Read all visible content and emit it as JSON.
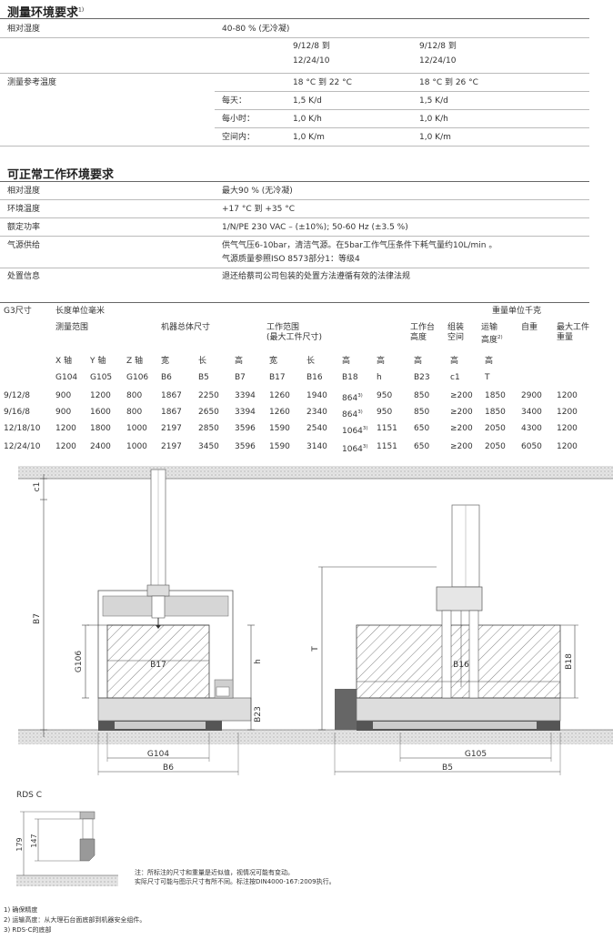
{
  "section1": {
    "title": "测量环境要求",
    "title_sup": "1)",
    "rows": {
      "humidity_label": "相对湿度",
      "humidity_value": "40-80 % (无冷凝)",
      "col1_date_a": "9/12/8 到",
      "col1_date_b": "12/24/10",
      "col2_date_a": "9/12/8 到",
      "col2_date_b": "12/24/10",
      "ref_temp_label": "测量参考温度",
      "ref_temp_col1": "18 °C 到 22 °C",
      "ref_temp_col2": "18 °C 到 26 °C",
      "per_day_label": "每天：",
      "per_day_col1": "1,5 K/d",
      "per_day_col2": "1,5 K/d",
      "per_hour_label": "每小时：",
      "per_hour_col1": "1,0 K/h",
      "per_hour_col2": "1,0 K/h",
      "per_space_label": "空间内：",
      "per_space_col1": "1,0 K/m",
      "per_space_col2": "1,0 K/m"
    }
  },
  "section2": {
    "title": "可正常工作环境要求",
    "humidity_label": "相对湿度",
    "humidity_value": "最大90 % (无冷凝)",
    "env_temp_label": "环境温度",
    "env_temp_value": "+17 °C 到 +35 °C",
    "power_label": "额定功率",
    "power_value": "1/N/PE 230 VAC – (±10%); 50-60 Hz (±3.5 %)",
    "air_label": "气源供给",
    "air_value_1": "供气气压6-10bar，清洁气源。在5bar工作气压条件下耗气量约10L/min 。",
    "air_value_2": "气源质量参照ISO 8573部分1：等级4",
    "disposal_label": "处置信息",
    "disposal_value": "退还给蔡司公司包装的处置方法遵循有效的法律法规"
  },
  "dims": {
    "g3": "G3尺寸",
    "length_unit": "长度单位毫米",
    "weight_unit": "重量单位千克",
    "measuring_range": "测量范围",
    "machine_size": "机器总体尺寸",
    "work_range_1": "工作范围",
    "work_range_2": "(最大工件尺寸)",
    "table_height_1": "工作台",
    "table_height_2": "高度",
    "clamp_1": "组装",
    "clamp_2": "空间",
    "transport_1": "运输",
    "transport_2": "高度",
    "transport_sup": "2)",
    "weight": "自重",
    "max_work_1": "最大工件",
    "max_work_2": "重量",
    "h_x": "X 轴",
    "h_y": "Y 轴",
    "h_z": "Z 轴",
    "h_w": "宽",
    "h_l": "长",
    "h_h": "高",
    "h_w2": "宽",
    "h_l2": "长",
    "h_h2": "高",
    "h_h3": "高",
    "h_h4": "高",
    "h_h5": "高",
    "c_g104": "G104",
    "c_g105": "G105",
    "c_g106": "G106",
    "c_b6": "B6",
    "c_b5": "B5",
    "c_b7": "B7",
    "c_b17": "B17",
    "c_b16": "B16",
    "c_b18": "B18",
    "c_h": "h",
    "c_b23": "B23",
    "c_c1": "c1",
    "c_t": "T",
    "rows": [
      [
        "9/12/8",
        "900",
        "1200",
        "800",
        "1867",
        "2250",
        "3394",
        "1260",
        "1940",
        "864",
        "950",
        "850",
        "≥200",
        "1850",
        "2900",
        "1200"
      ],
      [
        "9/16/8",
        "900",
        "1600",
        "800",
        "1867",
        "2650",
        "3394",
        "1260",
        "2340",
        "864",
        "950",
        "850",
        "≥200",
        "1850",
        "3400",
        "1200"
      ],
      [
        "12/18/10",
        "1200",
        "1800",
        "1000",
        "2197",
        "2850",
        "3596",
        "1590",
        "2540",
        "1064",
        "1151",
        "650",
        "≥200",
        "2050",
        "4300",
        "1200"
      ],
      [
        "12/24/10",
        "1200",
        "2400",
        "1000",
        "2197",
        "3450",
        "3596",
        "1590",
        "3140",
        "1064",
        "1151",
        "650",
        "≥200",
        "2050",
        "6050",
        "1200"
      ]
    ],
    "b18_sup": "3)"
  },
  "drawing": {
    "c1": "c1",
    "b7": "B7",
    "g106": "G106",
    "b17": "B17",
    "h": "h",
    "b23": "B23",
    "g104": "G104",
    "b6": "B6",
    "t": "T",
    "b16": "B16",
    "b18": "B18",
    "g105": "G105",
    "b5": "B5",
    "rds": "RDS C",
    "d179": "179",
    "d147": "147"
  },
  "notes": {
    "note_1": "注：所标注的尺寸和重量是近似值，视情况可能有变动。",
    "note_2": "实际尺寸可能与图示尺寸有所不同。标注按DIN4000-167:2009执行。",
    "fn1": "1)  确保精度",
    "fn2": "2)  运输高度：从大理石台面底部到机器安全组件。",
    "fn3": "3)  RDS-C的底部"
  }
}
